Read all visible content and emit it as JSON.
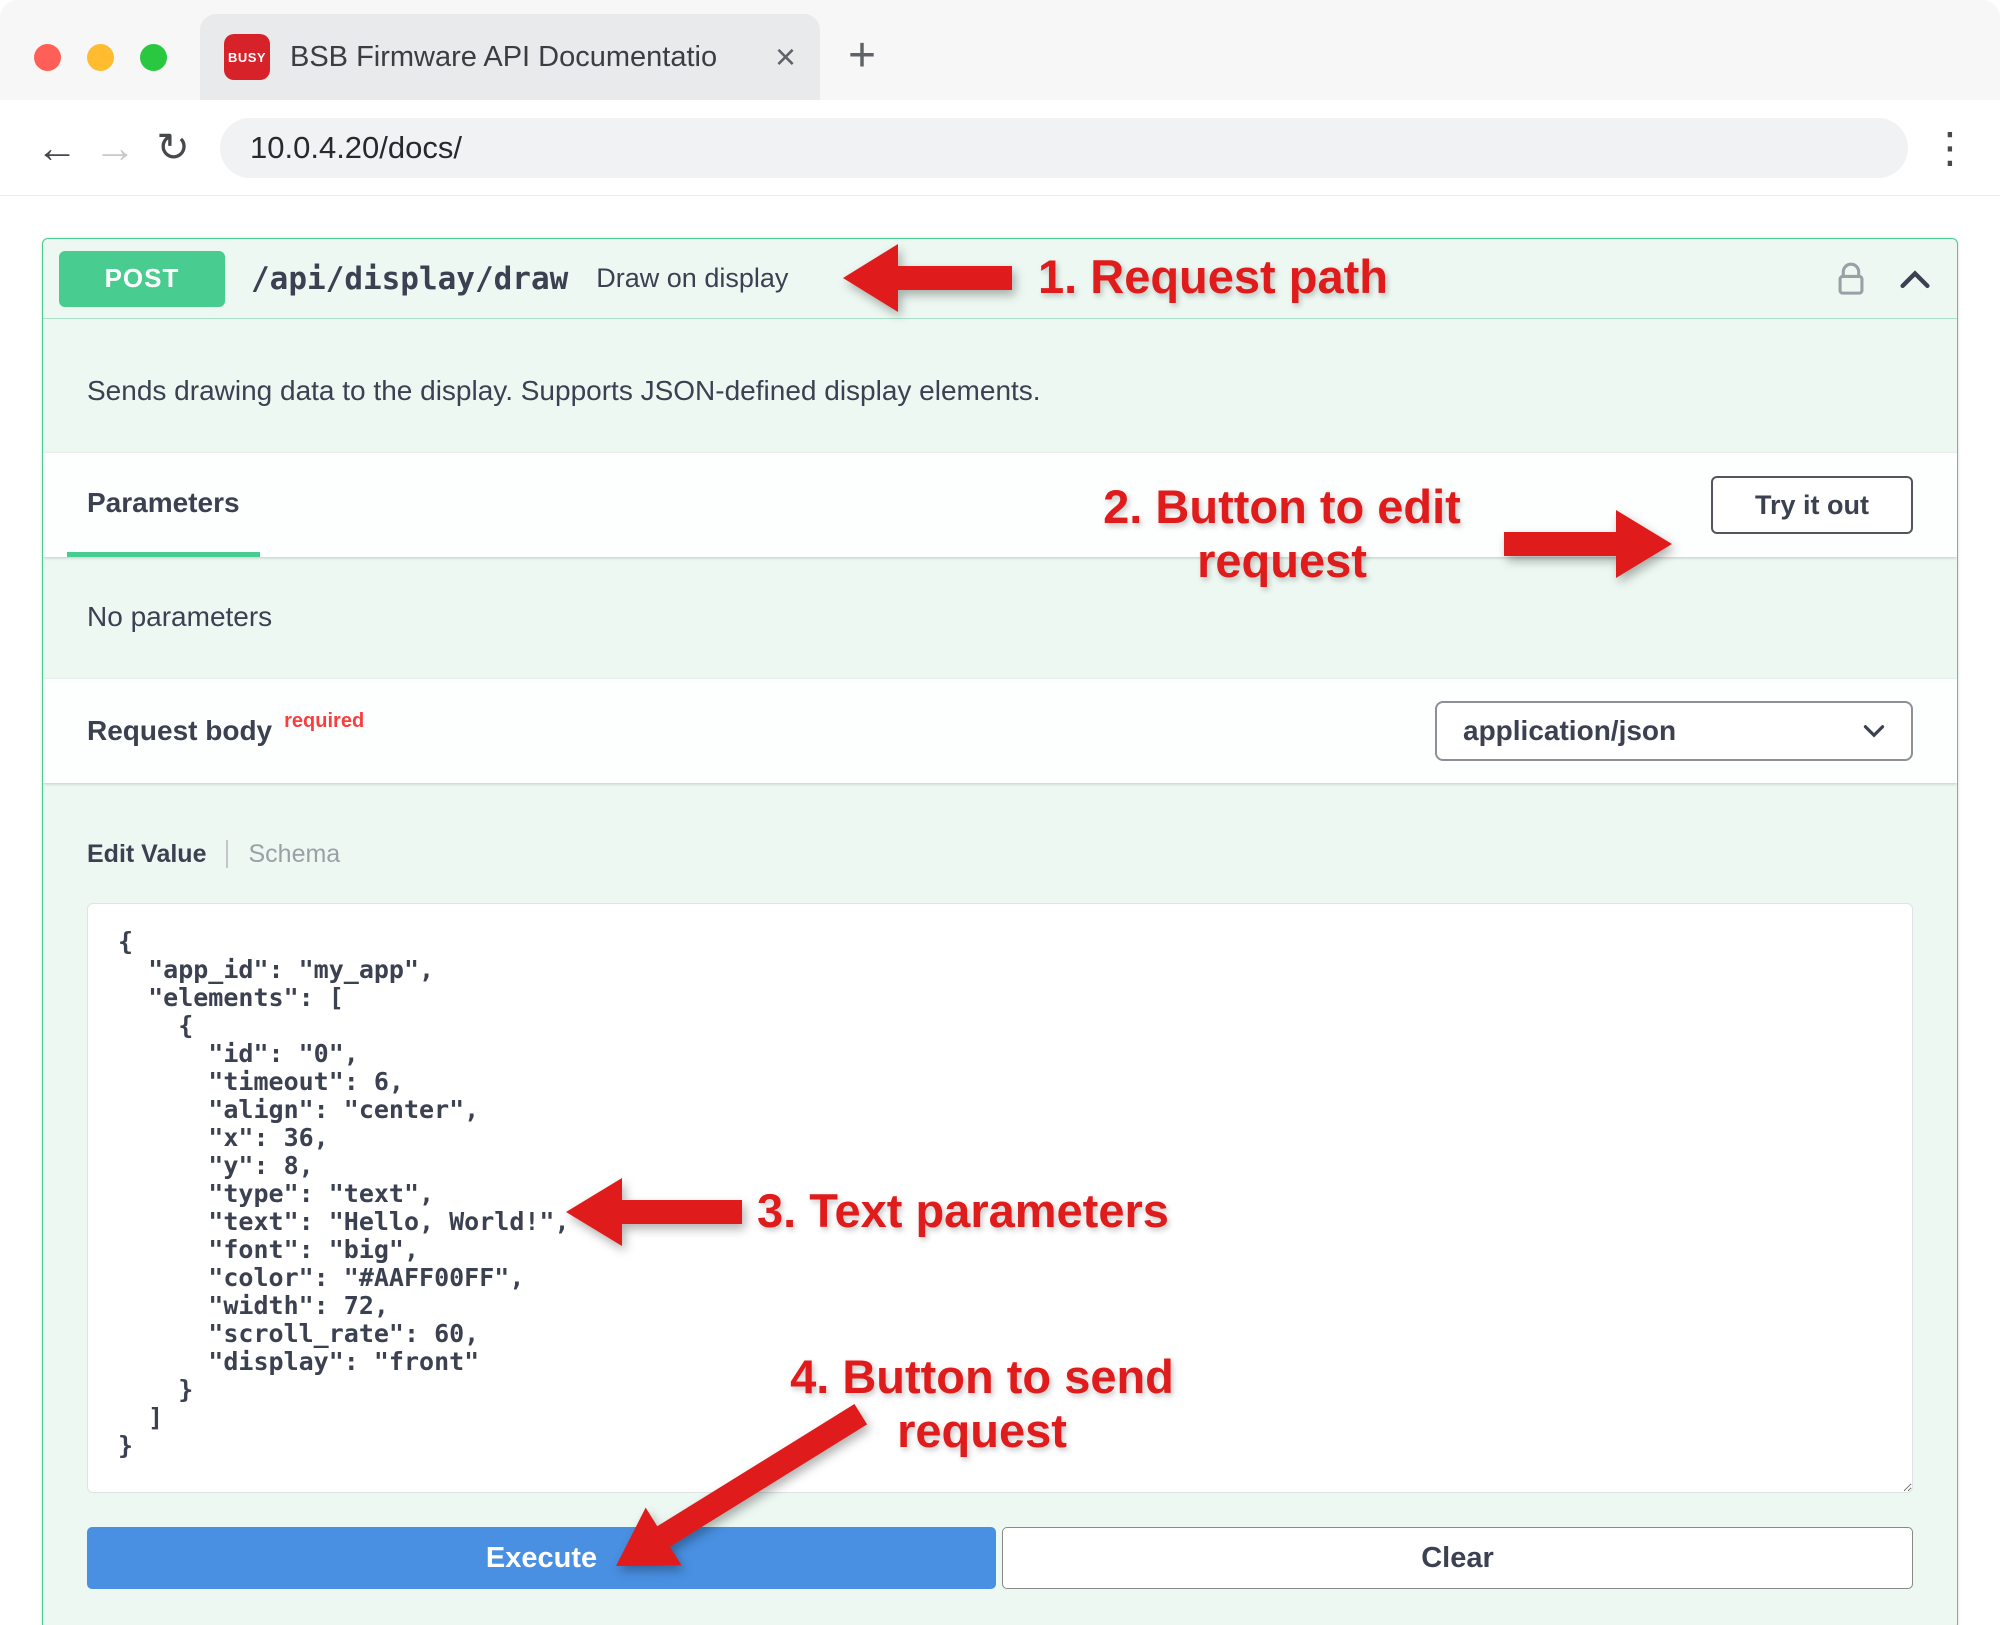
{
  "colors": {
    "method_green": "#49cc90",
    "execute_blue": "#4990e2",
    "annotation_red": "#e01b1b",
    "required_red": "#f93e3e",
    "favicon_red": "#d8222a"
  },
  "browser": {
    "favicon": "BUSY",
    "tab_title": "BSB Firmware API Documentatio",
    "url": "10.0.4.20/docs/",
    "icons": {
      "close": "×",
      "new_tab": "+",
      "back": "←",
      "forward": "→",
      "reload": "↻",
      "menu": "⋮"
    }
  },
  "endpoint": {
    "method": "POST",
    "path": "/api/display/draw",
    "summary": "Draw on display",
    "description": "Sends drawing data to the display. Supports JSON-defined display elements."
  },
  "parameters_section": {
    "title": "Parameters",
    "try_it_out": "Try it out",
    "empty_message": "No parameters"
  },
  "request_body_section": {
    "title": "Request body",
    "required_label": "required",
    "content_type": "application/json"
  },
  "editor": {
    "edit_value_tab": "Edit Value",
    "schema_tab": "Schema",
    "body_json": "{\n  \"app_id\": \"my_app\",\n  \"elements\": [\n    {\n      \"id\": \"0\",\n      \"timeout\": 6,\n      \"align\": \"center\",\n      \"x\": 36,\n      \"y\": 8,\n      \"type\": \"text\",\n      \"text\": \"Hello, World!\",\n      \"font\": \"big\",\n      \"color\": \"#AAFF00FF\",\n      \"width\": 72,\n      \"scroll_rate\": 60,\n      \"display\": \"front\"\n    }\n  ]\n}"
  },
  "action_buttons": {
    "execute": "Execute",
    "clear": "Clear"
  },
  "annotations": {
    "note1": "1. Request path",
    "note2_line1": "2. Button to edit",
    "note2_line2": "request",
    "note3": "3. Text parameters",
    "note4_line1": "4. Button to send",
    "note4_line2": "request"
  }
}
